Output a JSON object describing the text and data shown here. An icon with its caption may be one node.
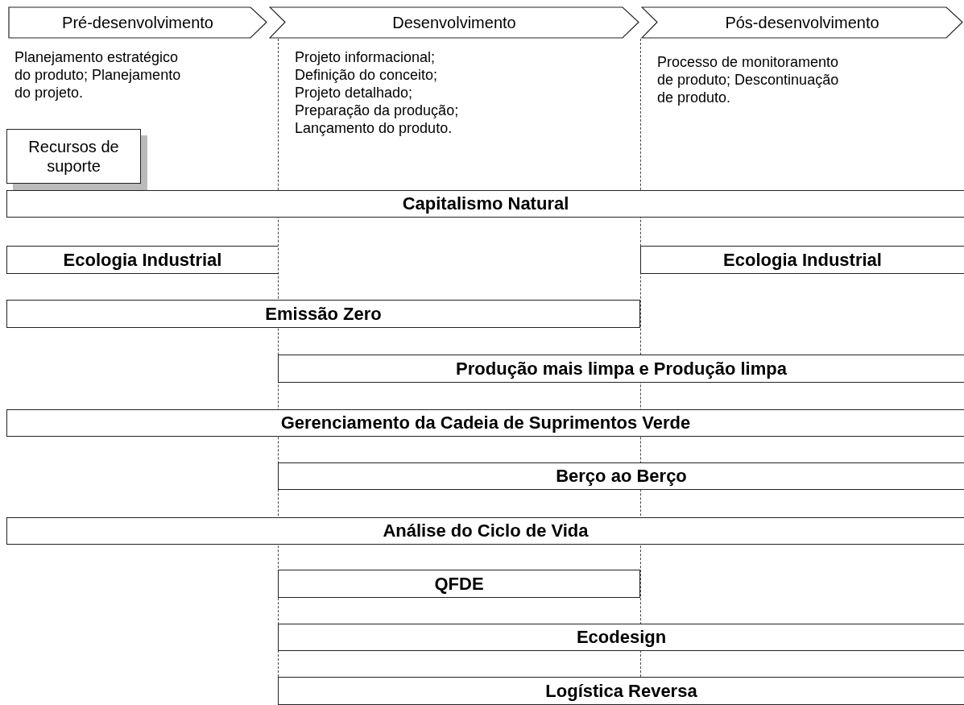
{
  "diagram": {
    "nodes": [
      {
        "text": [
          "Pré-desenvolvimento"
        ],
        "beside": [
          "Planejamento estratégico do produto; Planejamento do projeto."
        ]
      },
      {
        "text": [
          "Desenvolvimento"
        ],
        "beside": [
          "Projeto informacional; Definição do conceito; Projeto detalhado; Preparação da produção; Lançamento do produto."
        ]
      },
      {
        "text": [
          "Pós-desenvolvimento"
        ],
        "beside": [
          "Processo de monitoramento de produto; Descontinuação de produto."
        ]
      },
      {
        "text": [
          "Recursos de suporte"
        ]
      },
      {
        "text": [
          "Capitalismo Natural"
        ]
      },
      {
        "text": [
          "Ecologia Industrial"
        ]
      },
      {
        "text": [
          "Ecologia Industrial"
        ]
      },
      {
        "text": [
          "Emissão Zero"
        ]
      },
      {
        "text": [
          "Produção mais limpa e Produção limpa"
        ]
      },
      {
        "text": [
          "Gerenciamento da Cadeia de Suprimentos Verde"
        ]
      },
      {
        "text": [
          "Berço ao Berço"
        ]
      },
      {
        "text": [
          "Análise do Ciclo de Vida"
        ]
      },
      {
        "text": [
          "QFDE"
        ]
      },
      {
        "text": [
          "Ecodesign"
        ]
      },
      {
        "text": [
          "Logística Reversa"
        ]
      }
    ],
    "edges": []
  }
}
